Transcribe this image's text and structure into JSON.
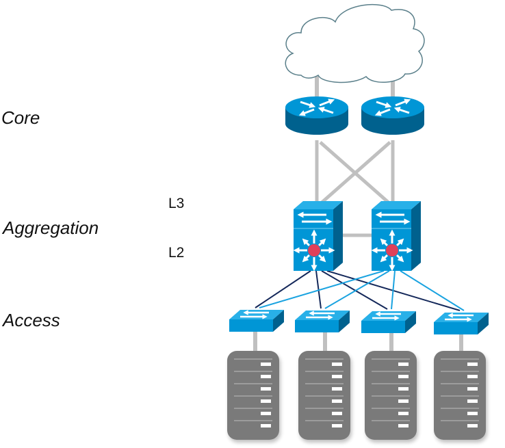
{
  "tiers": {
    "core": "Core",
    "aggregation": "Aggregation",
    "access": "Access"
  },
  "layers": {
    "l3": "L3",
    "l2": "L2"
  },
  "colors": {
    "device_blue": "#0096d6",
    "device_dark": "#00618e",
    "boundary_green": "#78be20",
    "link_gray": "#c0c0c0",
    "link_navy": "#14285a",
    "link_cyan": "#1aa3e0",
    "server_gray": "#7a7a7a",
    "cloud_stroke": "#5a7f8a"
  },
  "nodes": {
    "cloud": "internet-cloud",
    "core_routers": [
      "core-router-1",
      "core-router-2"
    ],
    "aggregation_switches": [
      "aggregation-switch-1",
      "aggregation-switch-2"
    ],
    "access_switches": [
      "access-switch-1",
      "access-switch-2",
      "access-switch-3",
      "access-switch-4"
    ],
    "servers": [
      "server-1",
      "server-2",
      "server-3",
      "server-4"
    ]
  },
  "links": {
    "agg1_to_access": [
      1,
      2,
      3,
      4
    ],
    "agg2_to_access": [
      1,
      2,
      3,
      4
    ]
  }
}
